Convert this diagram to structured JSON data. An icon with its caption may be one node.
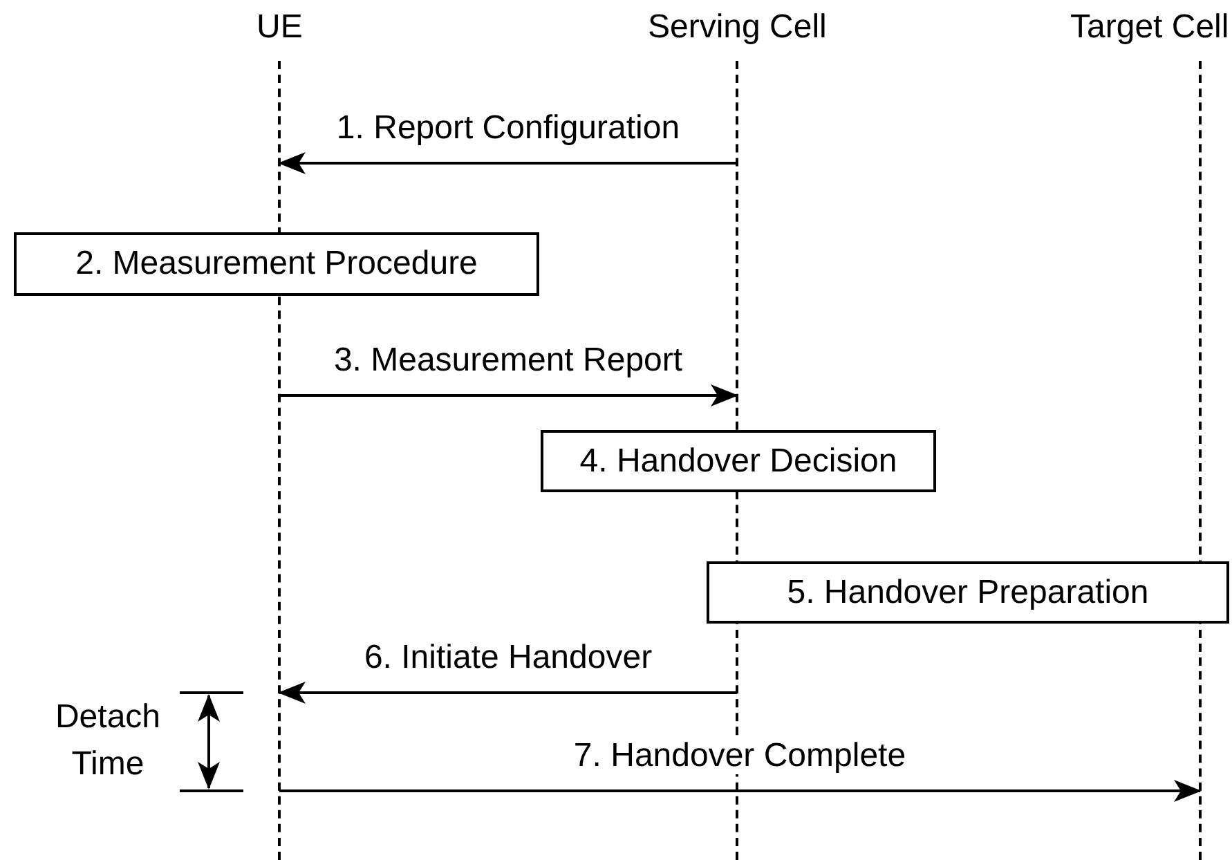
{
  "diagram": {
    "nodes": [
      {
        "text": [
          "UE"
        ]
      },
      {
        "text": [
          "Serving Cell"
        ]
      },
      {
        "text": [
          "Target Cell"
        ]
      },
      {
        "text": [
          "2. Measurement Procedure"
        ]
      },
      {
        "text": [
          "4. Handover Decision"
        ]
      },
      {
        "text": [
          "5. Handover Preparation"
        ]
      }
    ],
    "edges": [
      {
        "from": 1,
        "to": 0,
        "arrow": "to",
        "label": "1. Report Configuration"
      },
      {
        "from": 0,
        "to": 1,
        "arrow": "to",
        "label": "3. Measurement Report"
      },
      {
        "from": 1,
        "to": 0,
        "arrow": "to",
        "label": "6. Initiate Handover"
      },
      {
        "from": 0,
        "to": 2,
        "arrow": "to",
        "label": "7. Handover Complete"
      }
    ],
    "labels": [
      "Detach Time"
    ]
  }
}
